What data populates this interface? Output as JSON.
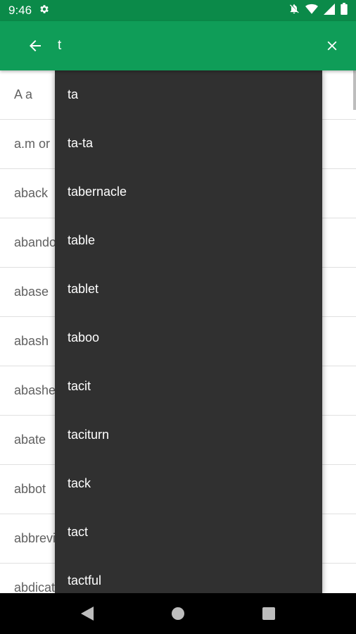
{
  "status_bar": {
    "time": "9:46",
    "icons": [
      "gear-icon",
      "notifications-off-icon",
      "wifi-icon",
      "signal-icon",
      "battery-icon"
    ]
  },
  "search": {
    "value": "t",
    "placeholder": ""
  },
  "word_list": [
    "A a",
    "a.m or",
    "aback",
    "abandon",
    "abase",
    "abash",
    "abashed",
    "abate",
    "abbot",
    "abbreviate",
    "abdicate"
  ],
  "suggestions": [
    "ta",
    "ta-ta",
    "tabernacle",
    "table",
    "tablet",
    "taboo",
    "tacit",
    "taciturn",
    "tack",
    "tact",
    "tactful"
  ],
  "colors": {
    "status_bar": "#0b8a49",
    "app_bar": "#0f9d58",
    "dropdown": "#303030",
    "list_text": "#616161"
  }
}
